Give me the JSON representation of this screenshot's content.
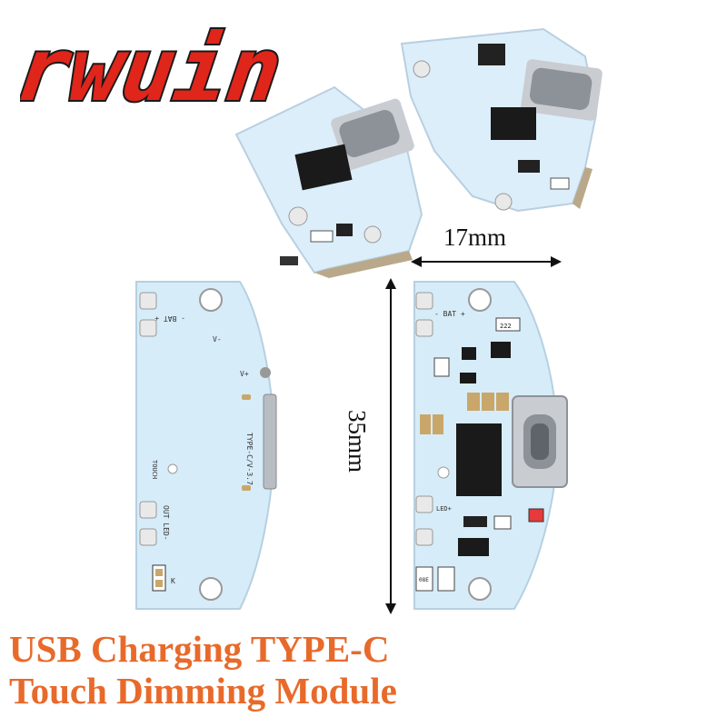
{
  "brand": {
    "logo_text": "rwuin",
    "color": "#e0251b"
  },
  "dimensions": {
    "width_label": "17mm",
    "height_label": "35mm"
  },
  "product_title": {
    "line1": "USB Charging TYPE-C",
    "line2": "Touch Dimming Module",
    "color": "#e86a2b"
  },
  "board_labels": {
    "bat": "- BAT +",
    "out_led": "OUT LED-",
    "led_plus": "LED+",
    "vplus": "V+",
    "vminus": "V-",
    "touch_out": "TOUCH",
    "type_c": "TYPE-C/V-3.7",
    "k": "K",
    "resistor_a": "222",
    "resistor_b": "08E"
  },
  "colors": {
    "pcb": "#d6ecf8",
    "pcb_shade": "#bcdcef",
    "pad": "#e9e9e9",
    "chip": "#1a1a1a",
    "usb_metal": "#c9ccd1"
  }
}
